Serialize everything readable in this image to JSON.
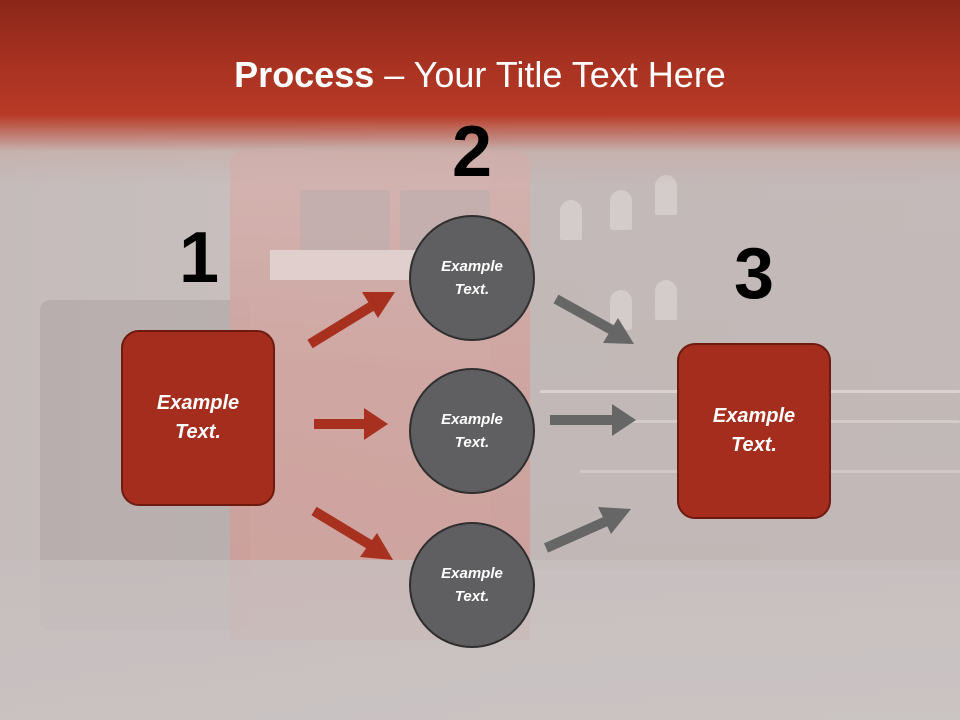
{
  "title": {
    "strong": "Process",
    "rest": " – Your Title Text Here"
  },
  "steps": {
    "one": {
      "number": "1",
      "text": "Example\nText."
    },
    "two": {
      "number": "2"
    },
    "three": {
      "number": "3",
      "text": "Example\nText."
    }
  },
  "circles": [
    {
      "text": "Example\nText."
    },
    {
      "text": "Example\nText."
    },
    {
      "text": "Example\nText."
    }
  ],
  "colors": {
    "accent_red": "#a52d1d",
    "circle_gray": "#5f5f61",
    "arrow_red": "#a8301f",
    "arrow_gray": "#666666"
  }
}
